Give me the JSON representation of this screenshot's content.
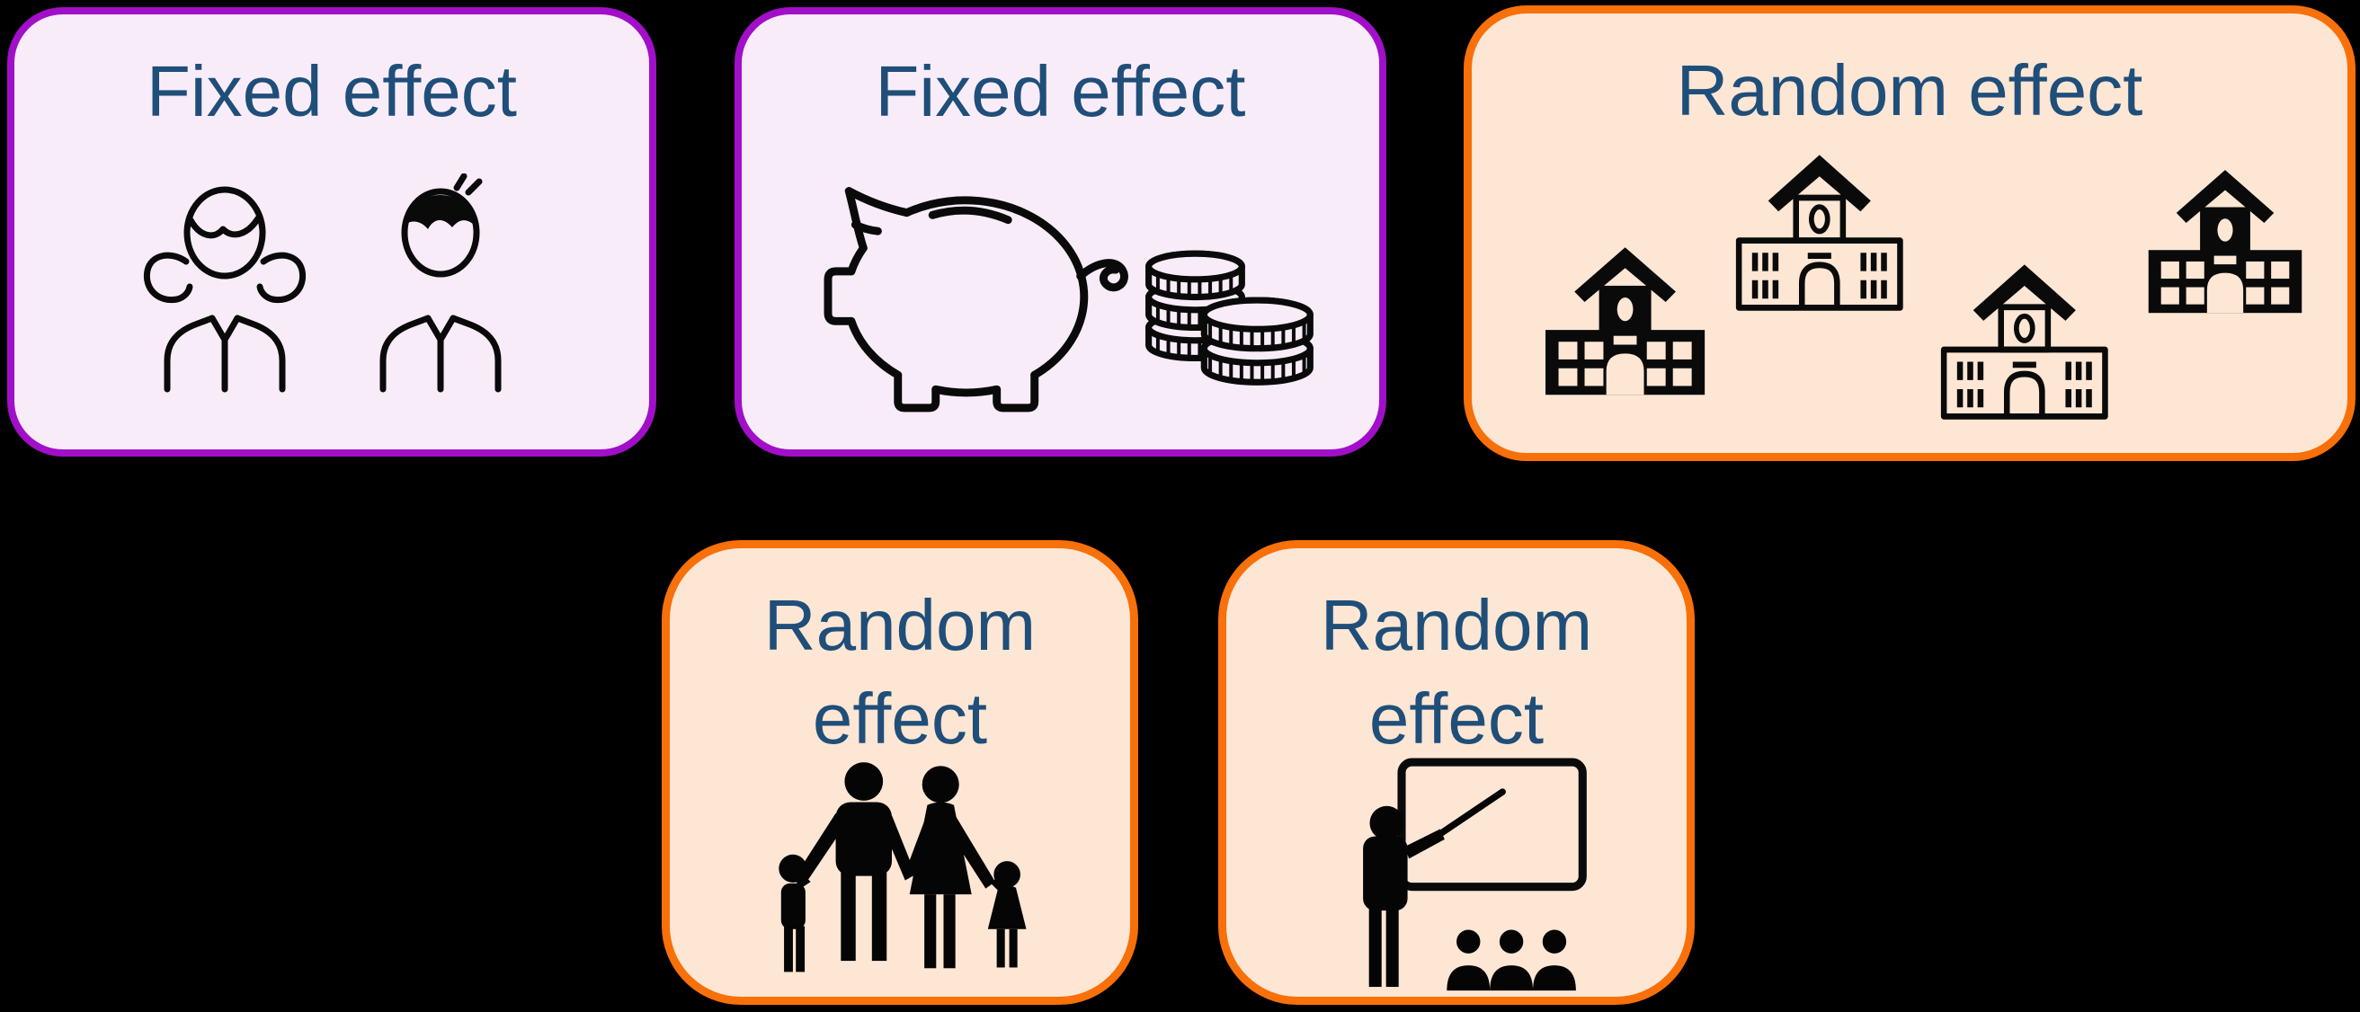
{
  "canvas": {
    "background": "#000000"
  },
  "colors": {
    "fixed_fill": "#F8ECF9",
    "fixed_border": "#A10FC9",
    "random_fill": "#FDE6D4",
    "random_border": "#F8700A",
    "title": "#1F4E79",
    "icon": "#0A0A0A"
  },
  "cards": [
    {
      "label": "Fixed effect",
      "variant": "fixed",
      "icon": "girl-and-boy-icon"
    },
    {
      "label": "Fixed effect",
      "variant": "fixed",
      "icon": "piggy-bank-and-coins-icon"
    },
    {
      "label": "Random effect",
      "variant": "random",
      "icon": "four-schools-icon"
    },
    {
      "label": "Random effect",
      "variant": "random",
      "icon": "family-icon"
    },
    {
      "label": "Random effect",
      "variant": "random",
      "icon": "teacher-and-class-icon"
    }
  ]
}
